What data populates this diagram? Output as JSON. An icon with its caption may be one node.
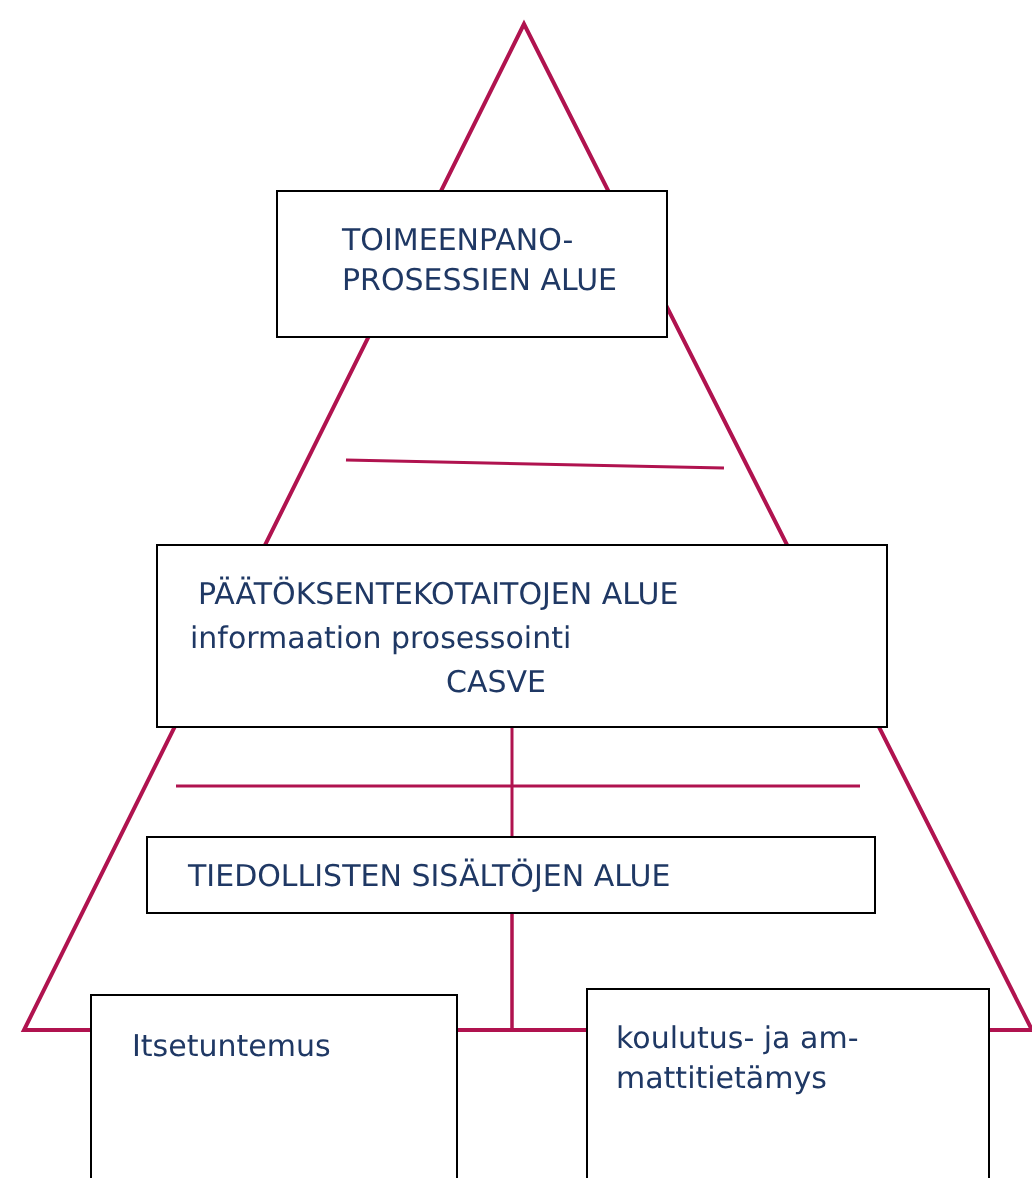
{
  "diagram": {
    "nodes": [
      {
        "text": [
          "TOIMEENPANO- PROSESSIEN ALUE"
        ]
      },
      {
        "text": [
          "PÄÄTÖKSENTEKOTAITOJEN ALUE",
          "informaation prosessointi",
          "CASVE"
        ]
      },
      {
        "text": [
          "TIEDOLLISTEN SISÄLTÖJEN ALUE"
        ]
      },
      {
        "text": [
          "Itsetuntemus"
        ]
      },
      {
        "text": [
          "koulutus- ja am- mattitietämys"
        ]
      }
    ],
    "edges": [
      {
        "from": 1,
        "to": 2,
        "arrow": "none"
      },
      {
        "from": 2,
        "to": 3,
        "arrow": "none"
      },
      {
        "from": 2,
        "to": 4,
        "arrow": "none"
      }
    ]
  }
}
